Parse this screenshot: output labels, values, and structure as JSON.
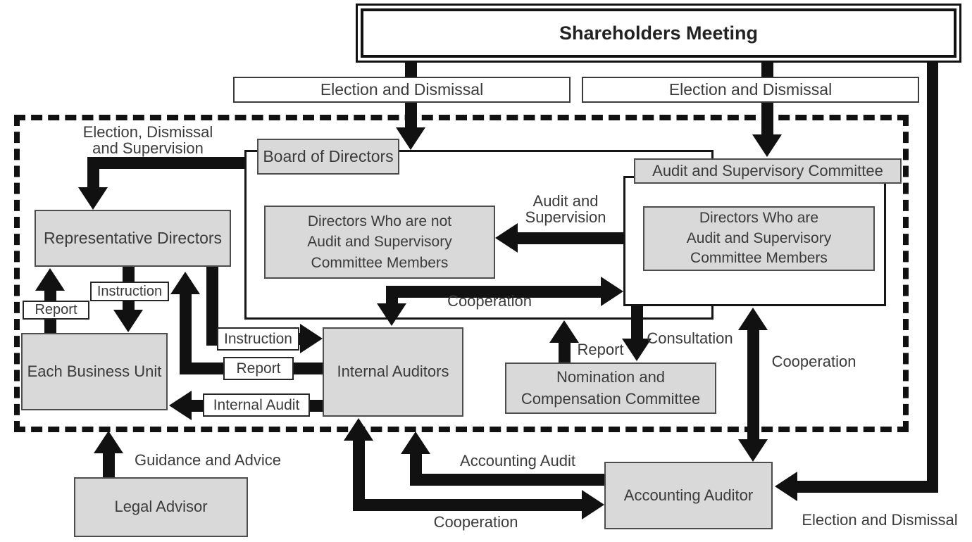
{
  "boxes": {
    "shareholders": {
      "label": "Shareholders Meeting"
    },
    "board": {
      "label": "Board of Directors"
    },
    "audit_committee": {
      "label": "Audit and Supervisory Committee"
    },
    "directors_not_members": {
      "label": "Directors Who are not\nAudit and Supervisory\nCommittee Members"
    },
    "directors_members": {
      "label": "Directors Who are\nAudit and Supervisory\nCommittee Members"
    },
    "representative_directors": {
      "label": "Representative Directors"
    },
    "each_business_unit": {
      "label": "Each Business Unit"
    },
    "internal_auditors": {
      "label": "Internal Auditors"
    },
    "nomination_committee": {
      "label": "Nomination and\nCompensation Committee"
    },
    "legal_advisor": {
      "label": "Legal Advisor"
    },
    "accounting_auditor": {
      "label": "Accounting Auditor"
    }
  },
  "edge_labels": {
    "election_dismissal_left": "Election and Dismissal",
    "election_dismissal_right": "Election and Dismissal",
    "election_dismissal_supervision": "Election, Dismissal\nand Supervision",
    "audit_and_supervision": "Audit and\nSupervision",
    "cooperation_mid": "Cooperation",
    "instruction_left": "Instruction",
    "report_left": "Report",
    "instruction_internal": "Instruction",
    "report_internal": "Report",
    "internal_audit": "Internal Audit",
    "report_nomination": "Report",
    "consultation": "Consultation",
    "cooperation_right": "Cooperation",
    "guidance_and_advice": "Guidance and Advice",
    "accounting_audit": "Accounting Audit",
    "cooperation_bottom": "Cooperation",
    "election_dismissal_bottom": "Election and Dismissal"
  },
  "colors": {
    "box_fill": "#d9d9d9",
    "box_border": "#4d4d4d",
    "line": "#111111",
    "text": "#3b3b3b"
  }
}
